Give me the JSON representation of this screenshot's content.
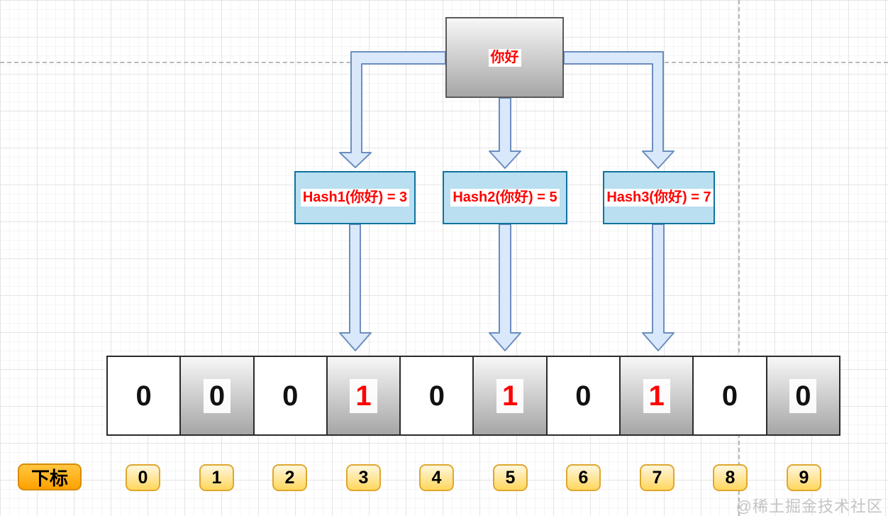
{
  "diagram": {
    "input_box": {
      "label": "你好"
    },
    "hash_boxes": [
      {
        "label": "Hash1(你好) = 3",
        "result": 3
      },
      {
        "label": "Hash2(你好) = 5",
        "result": 5
      },
      {
        "label": "Hash3(你好) = 7",
        "result": 7
      }
    ],
    "bit_array": {
      "cells": [
        {
          "index": 0,
          "value": "0",
          "highlight": false,
          "shaded": false
        },
        {
          "index": 1,
          "value": "0",
          "highlight": false,
          "shaded": true
        },
        {
          "index": 2,
          "value": "0",
          "highlight": false,
          "shaded": false
        },
        {
          "index": 3,
          "value": "1",
          "highlight": true,
          "shaded": true
        },
        {
          "index": 4,
          "value": "0",
          "highlight": false,
          "shaded": false
        },
        {
          "index": 5,
          "value": "1",
          "highlight": true,
          "shaded": true
        },
        {
          "index": 6,
          "value": "0",
          "highlight": false,
          "shaded": false
        },
        {
          "index": 7,
          "value": "1",
          "highlight": true,
          "shaded": true
        },
        {
          "index": 8,
          "value": "0",
          "highlight": false,
          "shaded": false
        },
        {
          "index": 9,
          "value": "0",
          "highlight": false,
          "shaded": true
        }
      ]
    },
    "index_row": {
      "title": "下标",
      "indices": [
        "0",
        "1",
        "2",
        "3",
        "4",
        "5",
        "6",
        "7",
        "8",
        "9"
      ]
    },
    "watermark": "@稀土掘金技术社区",
    "colors": {
      "highlight_text": "#ff0000",
      "arrow_fill": "#dae8fc",
      "arrow_stroke": "#6c8ebf",
      "hash_box_fill": "#b9dff0",
      "hash_box_stroke": "#10739e",
      "index_title_fill": "#ffb01f",
      "index_badge_fill": "#ffd75e",
      "gradient_box_top": "#f7f7f7",
      "gradient_box_bottom": "#a6a6a6"
    }
  }
}
